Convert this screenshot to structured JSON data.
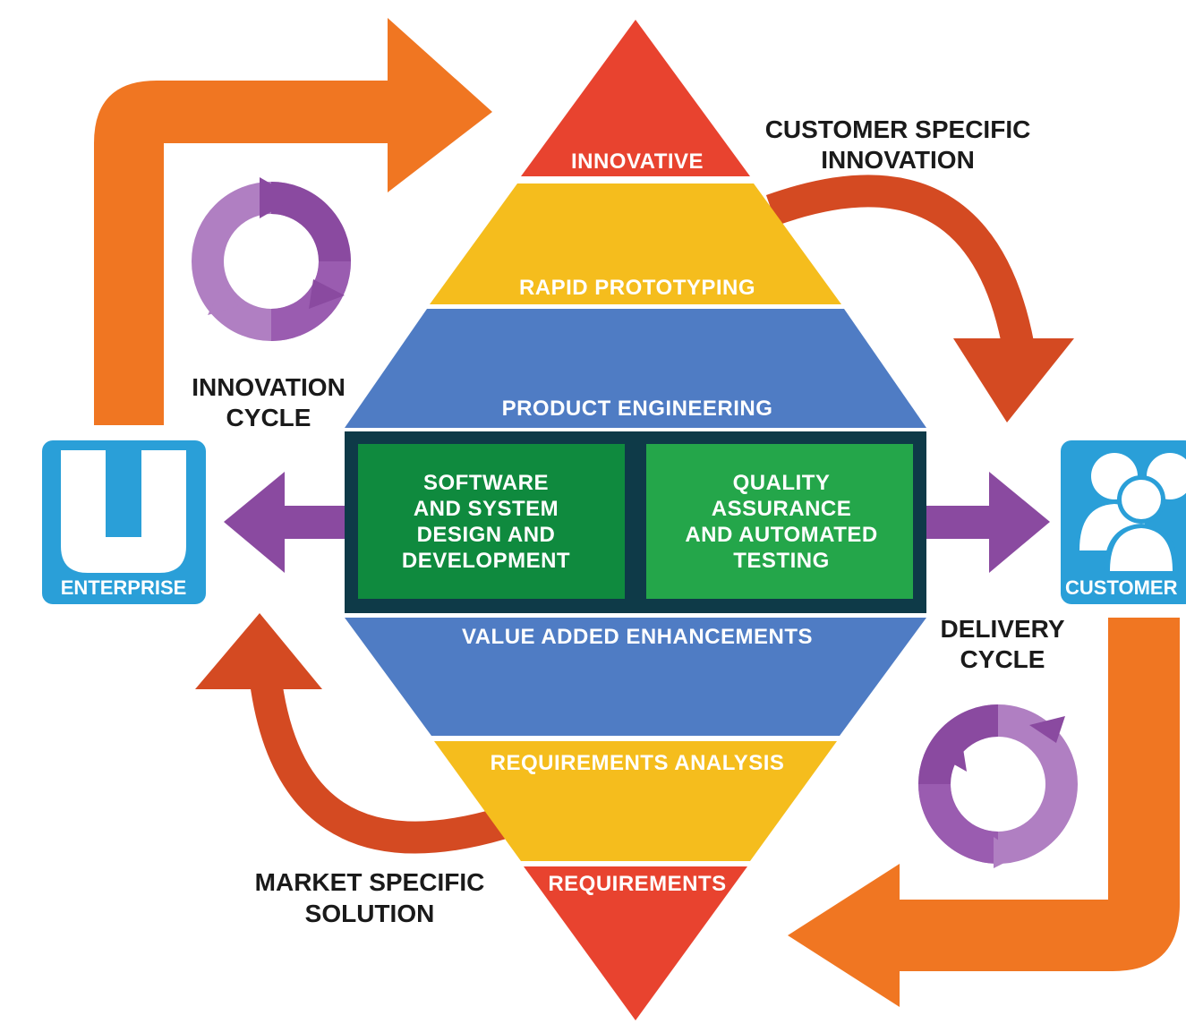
{
  "colors": {
    "red": "#e8432f",
    "yellow": "#f5bd1d",
    "blue": "#4f7cc4",
    "dark_frame": "#0e3a48",
    "green_dark": "#0f8a3e",
    "green_light": "#24a64a",
    "orange": "#f07622",
    "rust": "#d44a22",
    "purple": "#8a4aa0",
    "purple_light": "#b07fc2",
    "icon_blue": "#2a9fd8"
  },
  "bands": {
    "innovative": "INNOVATIVE",
    "rapid_prototyping": "RAPID PROTOTYPING",
    "product_engineering": "PRODUCT ENGINEERING",
    "value_added": "VALUE ADDED ENHANCEMENTS",
    "requirements_analysis": "REQUIREMENTS ANALYSIS",
    "requirements": "REQUIREMENTS"
  },
  "boxes": {
    "left": [
      "SOFTWARE",
      "AND SYSTEM",
      "DESIGN AND",
      "DEVELOPMENT"
    ],
    "right": [
      "QUALITY",
      "ASSURANCE",
      "AND AUTOMATED",
      "TESTING"
    ]
  },
  "labels": {
    "customer_specific": [
      "CUSTOMER SPECIFIC",
      "INNOVATION"
    ],
    "innovation_cycle": [
      "INNOVATION",
      "CYCLE"
    ],
    "delivery_cycle": [
      "DELIVERY",
      "CYCLE"
    ],
    "market_specific": [
      "MARKET SPECIFIC",
      "SOLUTION"
    ]
  },
  "nodes": {
    "enterprise": {
      "label": "ENTERPRISE",
      "icon": "u-logo-icon"
    },
    "customer": {
      "label": "CUSTOMER",
      "icon": "people-icon"
    }
  }
}
